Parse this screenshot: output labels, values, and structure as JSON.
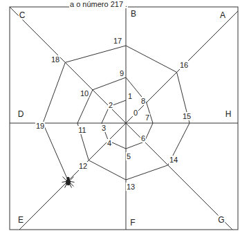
{
  "diagram": {
    "labels": [
      "a o número 217 .",
      "C",
      "B",
      "A",
      "D",
      "H",
      "E",
      "F",
      "G",
      "0",
      "1",
      "2",
      "3",
      "4",
      "5",
      "6",
      "7",
      "8",
      "9",
      "10",
      "11",
      "12",
      "13",
      "14",
      "15",
      "16",
      "17",
      "18",
      "19"
    ]
  }
}
